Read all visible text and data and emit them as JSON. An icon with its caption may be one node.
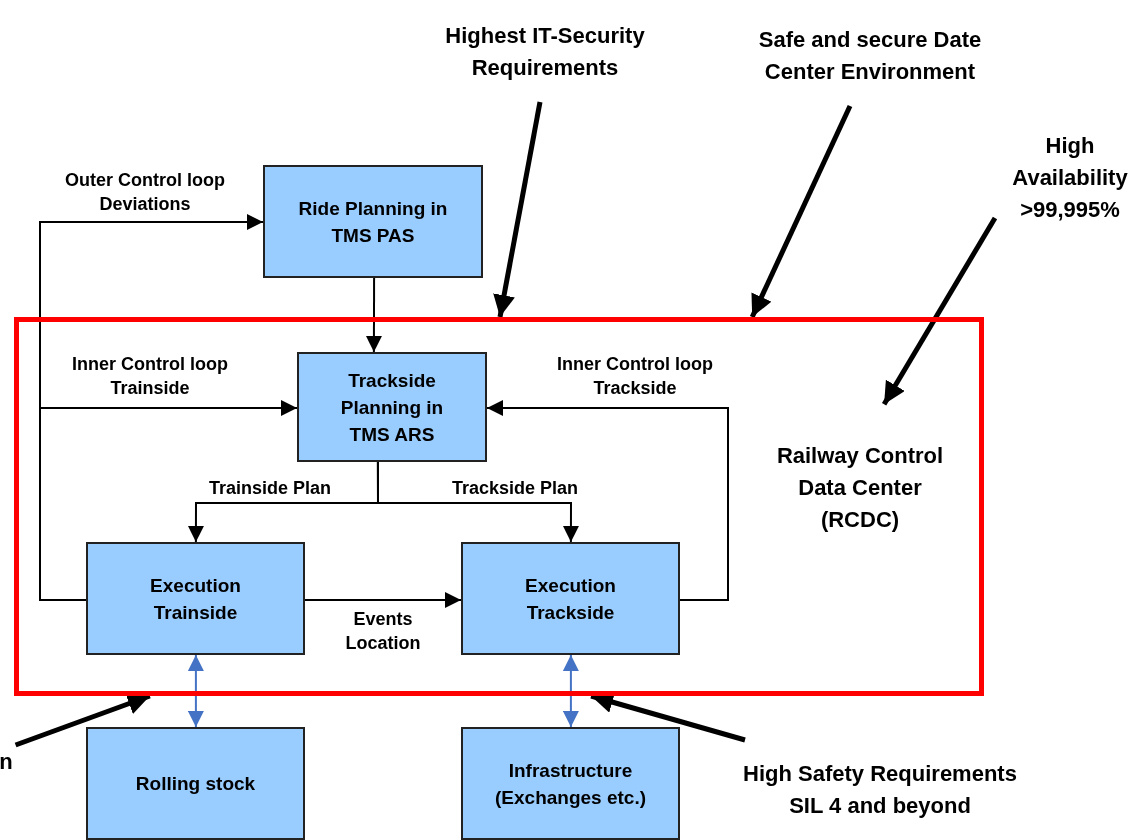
{
  "diagram": {
    "nodes": [
      {
        "text": [
          "Highest IT-Security Requirements"
        ]
      },
      {
        "text": [
          "Safe and secure Date Center Environment"
        ]
      },
      {
        "text": [
          "High Availability >99,995%"
        ]
      },
      {
        "text": [
          "Ride Planning in TMS PAS"
        ]
      },
      {
        "text": [
          "Railway Control Data Center (RCDC)"
        ]
      },
      {
        "text": [
          "Trackside Planning in TMS ARS"
        ],
        "in": 4
      },
      {
        "text": [
          "Execution Trainside"
        ],
        "in": 4
      },
      {
        "text": [
          "Execution Trackside"
        ],
        "in": 4
      },
      {
        "text": [
          "Rolling stock"
        ]
      },
      {
        "text": [
          "n"
        ]
      },
      {
        "text": [
          "Infrastructure (Exchanges etc.)"
        ]
      },
      {
        "text": [
          "High Safety Requirements SIL 4 and beyond"
        ]
      }
    ],
    "edges": [
      {
        "from": 6,
        "to": 3,
        "arrow": "to",
        "label": "Outer Control loop Deviations"
      },
      {
        "from": 3,
        "to": 5,
        "arrow": "to"
      },
      {
        "from": 6,
        "to": 5,
        "arrow": "to",
        "label": "Inner Control loop Trainside"
      },
      {
        "from": 7,
        "to": 5,
        "arrow": "to",
        "label": "Inner Control loop Trackside"
      },
      {
        "from": 5,
        "to": 6,
        "arrow": "to",
        "label": "Trainside Plan"
      },
      {
        "from": 5,
        "to": 7,
        "arrow": "to",
        "label": "Trackside Plan"
      },
      {
        "from": 6,
        "to": 7,
        "arrow": "to",
        "label": "Events Location"
      },
      {
        "from": 6,
        "to": 8,
        "arrow": "both",
        "color": "#4472c4"
      },
      {
        "from": 7,
        "to": 10,
        "arrow": "both",
        "color": "#4472c4"
      },
      {
        "from": 0,
        "to": 4,
        "arrow": "to",
        "style": "thick"
      },
      {
        "from": 1,
        "to": 4,
        "arrow": "to",
        "style": "thick"
      },
      {
        "from": 2,
        "to": 4,
        "arrow": "to",
        "style": "thick"
      },
      {
        "from": 9,
        "to": 4,
        "arrow": "to",
        "style": "thick"
      },
      {
        "from": 11,
        "to": 4,
        "arrow": "to",
        "style": "thick"
      }
    ]
  }
}
